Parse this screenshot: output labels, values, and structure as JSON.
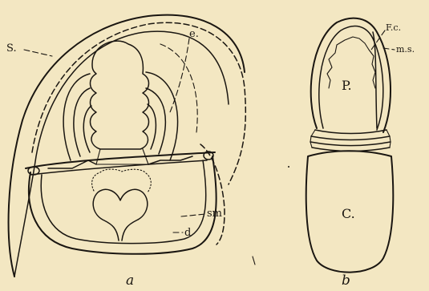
{
  "figure_a": {
    "caption": "a",
    "labels": {
      "s": "S.",
      "e": "e.",
      "sm": "sm",
      "d": "d"
    }
  },
  "figure_b": {
    "caption": "b",
    "labels": {
      "fc": "F.c.",
      "ms": "m.s.",
      "p": "P.",
      "c": "C."
    }
  },
  "colors": {
    "paper": "#f3e7c2",
    "ink": "#1a1611"
  }
}
